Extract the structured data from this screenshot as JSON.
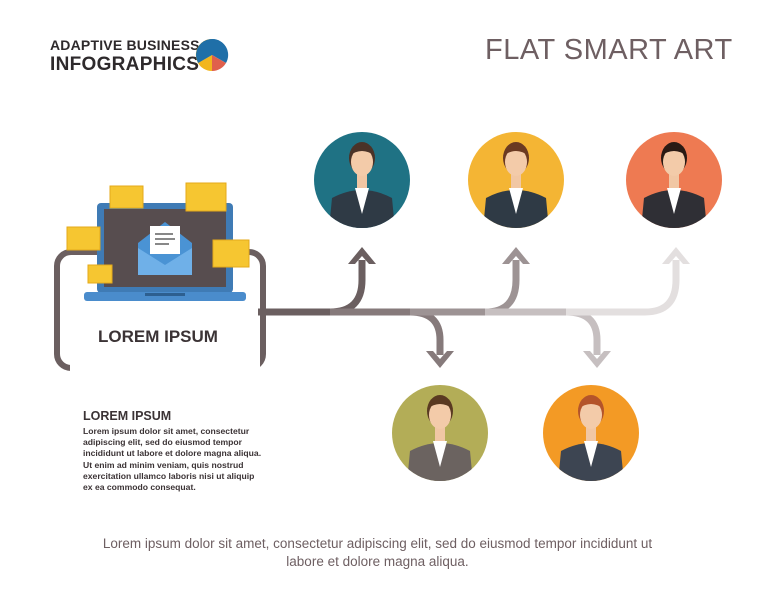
{
  "brand": {
    "line1": "ADAPTIVE BUSINESS",
    "line2": "INFOGRAPHICS",
    "logo_colors": [
      "#1f6fa8",
      "#f2b61d",
      "#e0604c"
    ]
  },
  "title": "FLAT SMART ART",
  "laptop_label": "LOREM IPSUM",
  "side_text": {
    "heading": "LOREM IPSUM",
    "body": "Lorem ipsum dolor sit amet, consectetur adipiscing elit, sed do eiusmod tempor incididunt ut labore et dolore magna aliqua. Ut enim ad minim veniam, quis nostrud exercitation ullamco laboris nisi ut aliquip ex ea commodo consequat."
  },
  "footer": "Lorem ipsum dolor sit amet, consectetur adipiscing elit, sed do eiusmod tempor incididunt ut labore et dolore magna aliqua.",
  "people": [
    {
      "name": "man-in-suit",
      "bg": "#1f7284"
    },
    {
      "name": "woman-in-suit",
      "bg": "#f4b534"
    },
    {
      "name": "woman-with-badge",
      "bg": "#ee7a52"
    },
    {
      "name": "woman-with-tablet",
      "bg": "#b3ad57"
    },
    {
      "name": "woman-with-notebook",
      "bg": "#f39a25"
    }
  ],
  "colors": {
    "arrow_dark": "#6b5f60",
    "arrow_light": "#e3dfdf",
    "text": "#3b3335"
  }
}
